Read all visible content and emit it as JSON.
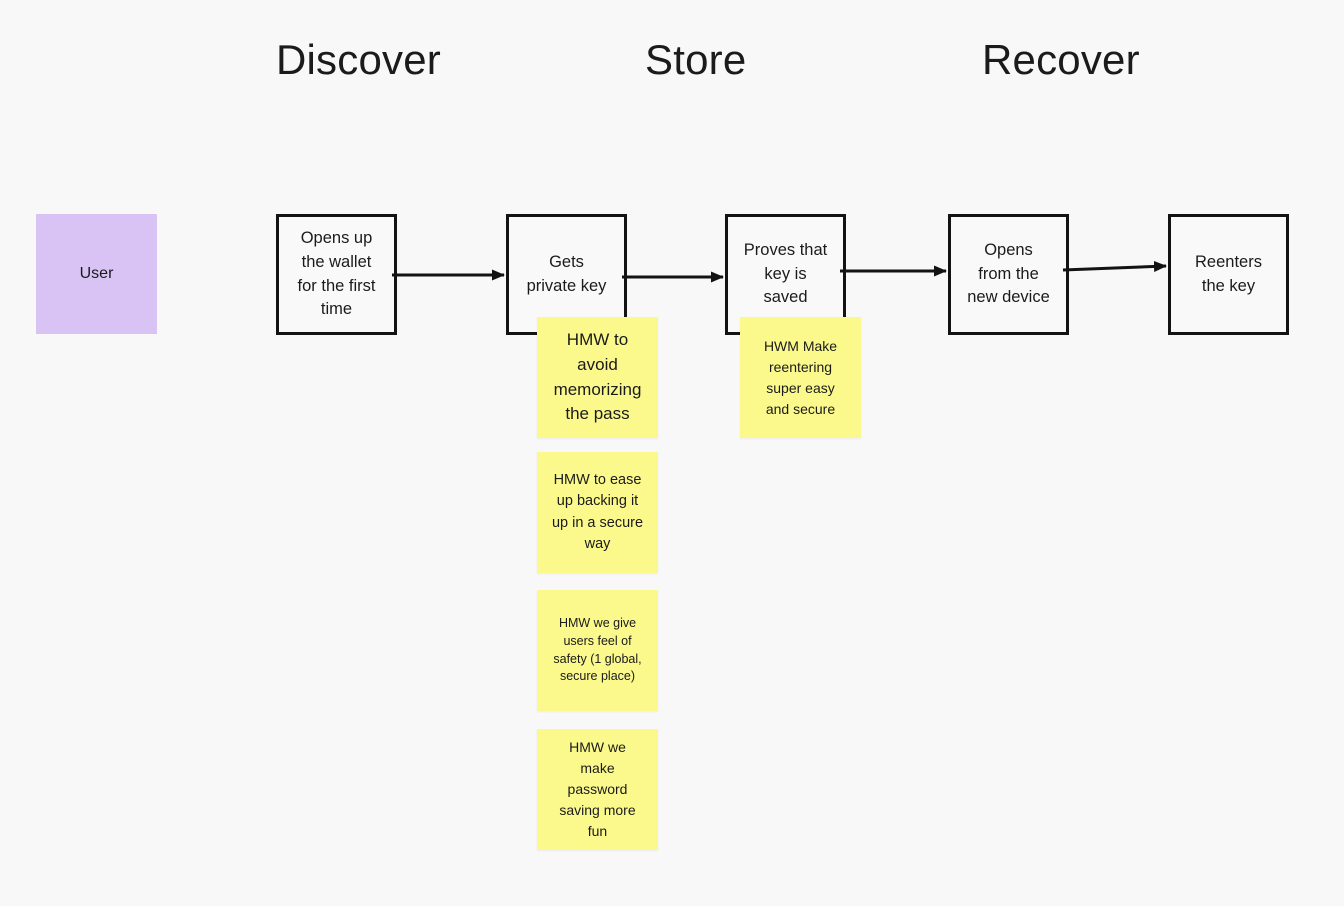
{
  "colors": {
    "canvas-bg": "#f8f8f8",
    "step-bg": "#f9f9f9",
    "line": "#131313",
    "actor-fill": "#d8c3f4",
    "sticky-fill": "#fbf98b",
    "ink": "#1b1b1b"
  },
  "phases": [
    {
      "label": "Discover"
    },
    {
      "label": "Store"
    },
    {
      "label": "Recover"
    }
  ],
  "actor": {
    "label": "User"
  },
  "steps": [
    {
      "label": "Opens up\nthe wallet\nfor the first\ntime"
    },
    {
      "label": "Gets\nprivate key"
    },
    {
      "label": "Proves that\nkey is\nsaved"
    },
    {
      "label": "Opens\nfrom the\nnew device"
    },
    {
      "label": "Reenters\nthe key"
    }
  ],
  "stickies": [
    {
      "text": "HMW to\navoid\nmemorizing\nthe pass"
    },
    {
      "text": "HMW to ease\nup backing it\nup in a secure\nway"
    },
    {
      "text": "HMW we give\nusers feel of\nsafety (1 global,\nsecure place)"
    },
    {
      "text": "HMW we\nmake\npassword\nsaving more\nfun"
    },
    {
      "text": "HWM Make\nreentering\nsuper easy\nand secure"
    }
  ]
}
